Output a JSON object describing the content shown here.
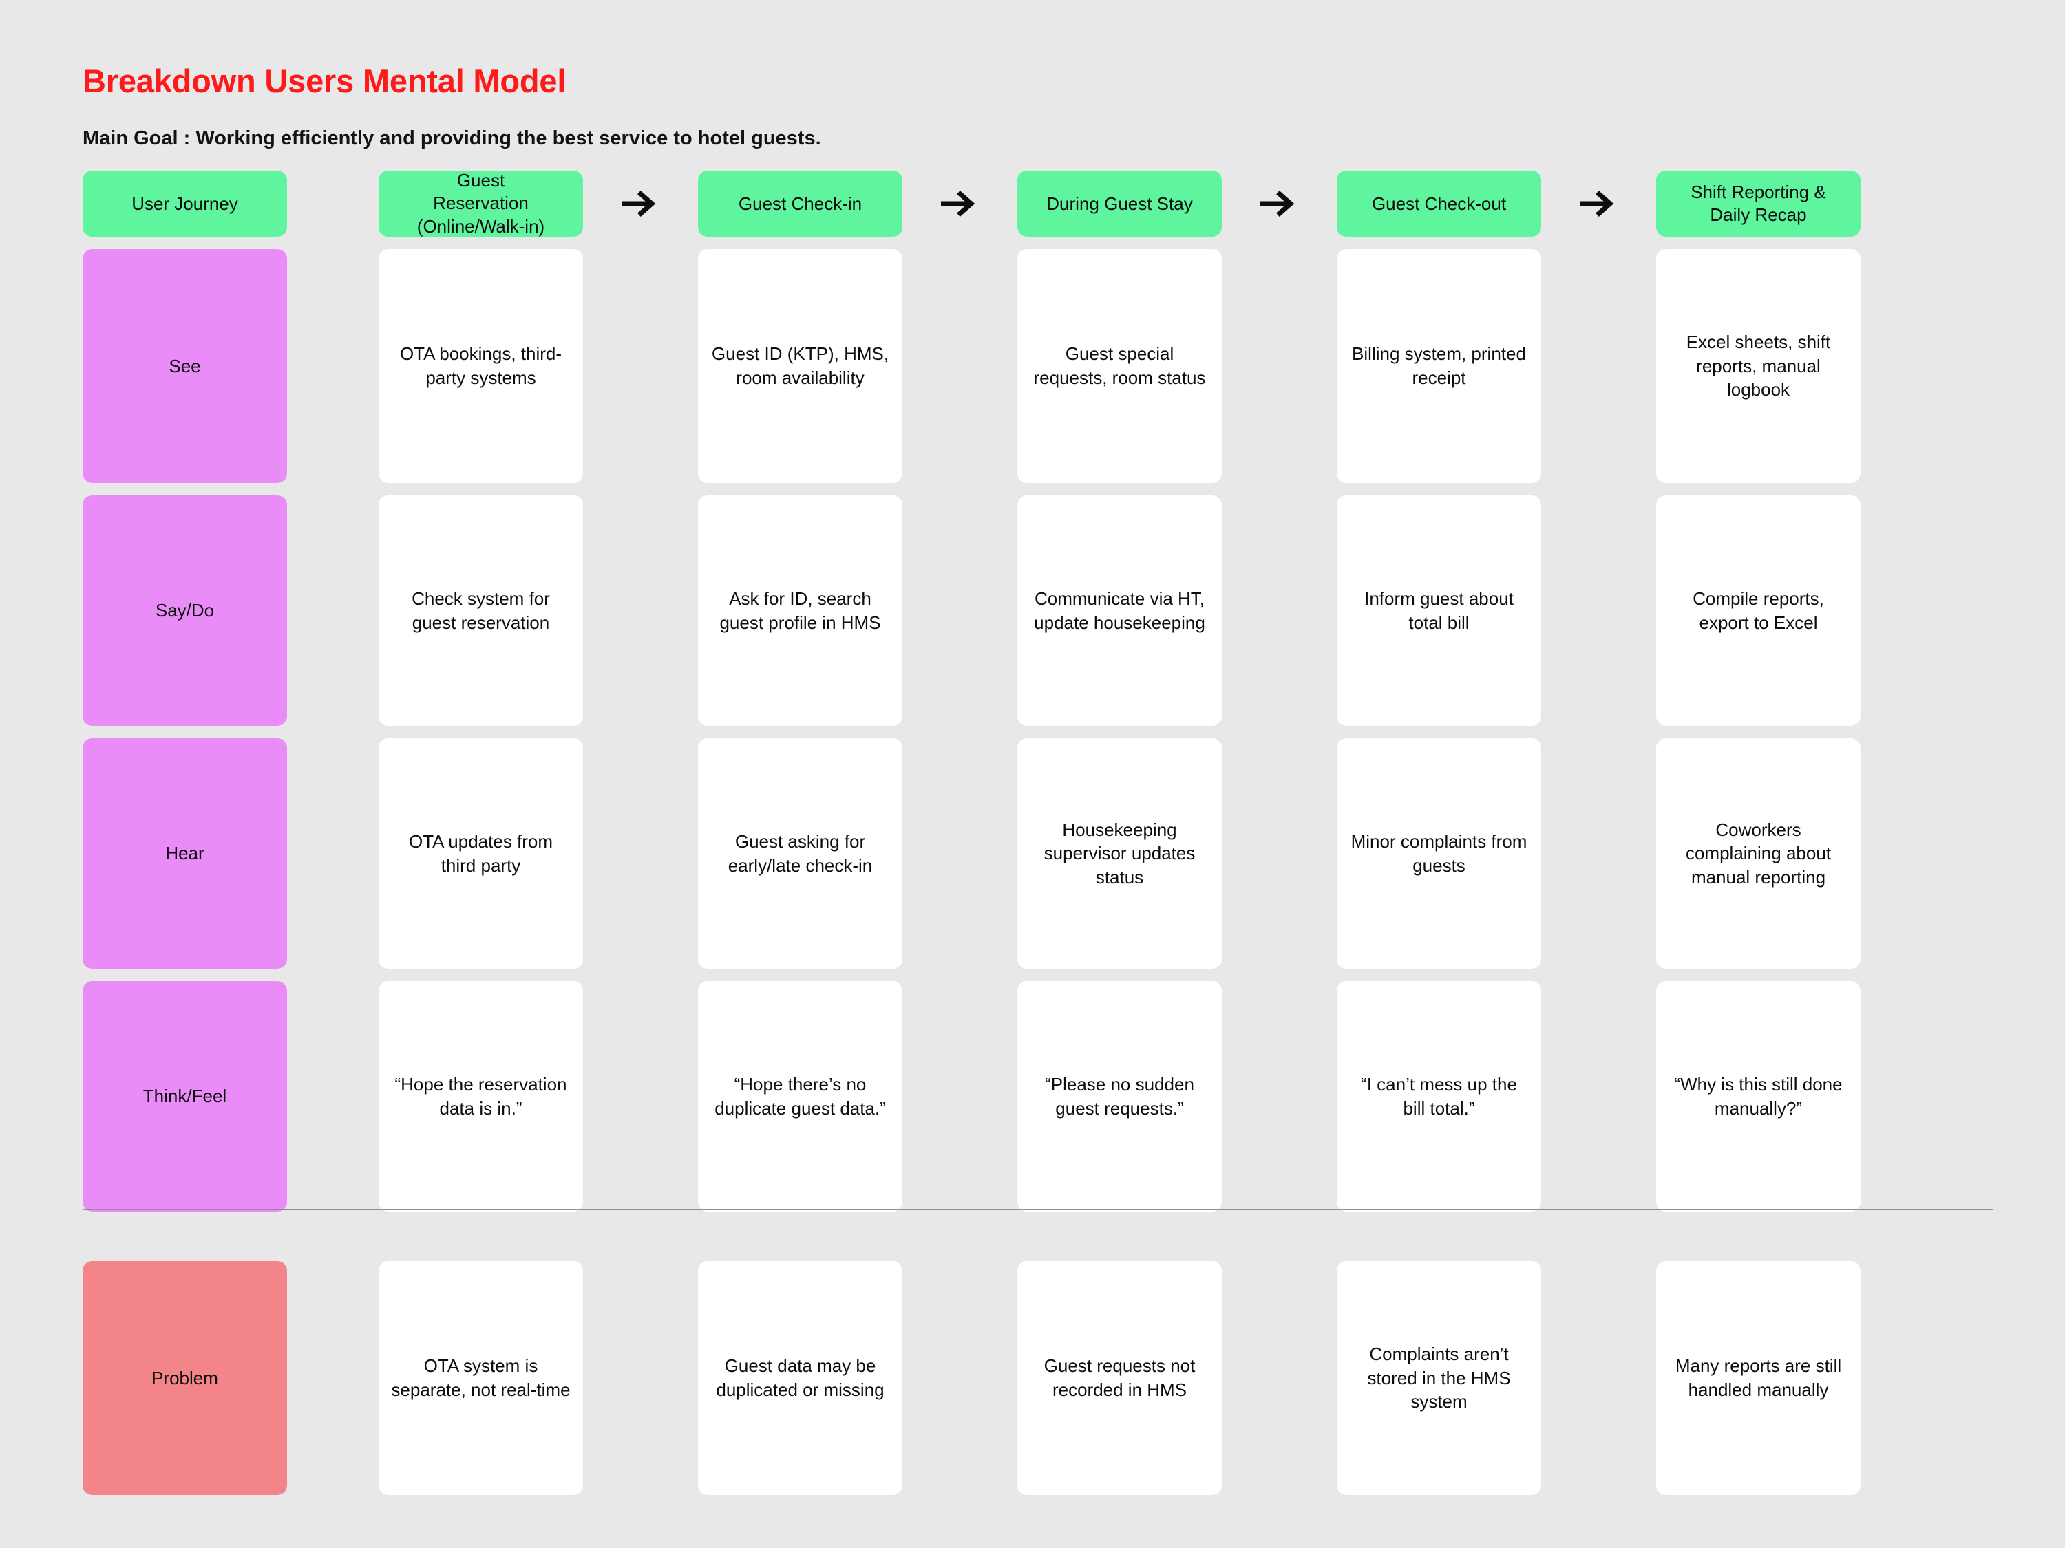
{
  "page": {
    "title": "Breakdown Users Mental Model",
    "main_goal": "Main Goal : Working efficiently and providing the best service to hotel guests.",
    "background_color": "#E8E8E8",
    "title_color": "#FF1A1A",
    "stage_header_color": "#5EF59E",
    "row_label_color": "#EA8CF7",
    "problem_label_color": "#F3858A",
    "card_color": "#FFFFFF"
  },
  "icons": {
    "arrow": "arrow-right-icon"
  },
  "columns": [
    {
      "key": "label",
      "label": "User Journey"
    },
    {
      "key": "reservation",
      "label": "Guest Reservation\n(Online/Walk-in)",
      "line1": "Guest",
      "line2": "Reservation",
      "line3": "(Online/Walk-in)"
    },
    {
      "key": "checkin",
      "label": "Guest Check-in"
    },
    {
      "key": "stay",
      "label": "During Guest Stay"
    },
    {
      "key": "checkout",
      "label": "Guest Check-out"
    },
    {
      "key": "reporting",
      "label": "Shift Reporting &\nDaily Recap",
      "line1": "Shift Reporting &",
      "line2": "Daily Recap"
    }
  ],
  "rows": [
    {
      "label": "See",
      "type": "normal",
      "cells": [
        "OTA bookings, third-party systems",
        "Guest ID (KTP), HMS, room availability",
        "Guest special requests, room status",
        "Billing system, printed receipt",
        "Excel sheets, shift reports, manual logbook"
      ]
    },
    {
      "label": "Say/Do",
      "type": "normal",
      "cells": [
        "Check system for guest reservation",
        "Ask for ID, search guest profile in HMS",
        "Communicate via HT, update housekeeping",
        "Inform guest about total bill",
        "Compile reports, export to Excel"
      ]
    },
    {
      "label": "Hear",
      "type": "normal",
      "cells": [
        "OTA updates from third party",
        "Guest asking for early/late check-in",
        "Housekeeping supervisor updates status",
        "Minor complaints from guests",
        "Coworkers complaining about manual reporting"
      ]
    },
    {
      "label": "Think/Feel",
      "type": "normal",
      "cells": [
        "“Hope the reservation data is in.”",
        "“Hope there’s no duplicate guest data.”",
        "“Please no sudden guest requests.”",
        "“I can’t mess up the bill total.”",
        "“Why is this still done manually?”"
      ]
    },
    {
      "label": "Problem",
      "type": "problem",
      "cells": [
        "OTA system is separate, not real-time",
        "Guest data may be duplicated or missing",
        "Guest requests not recorded in HMS",
        "Complaints aren’t stored in the HMS system",
        "Many reports are still handled manually"
      ]
    }
  ]
}
